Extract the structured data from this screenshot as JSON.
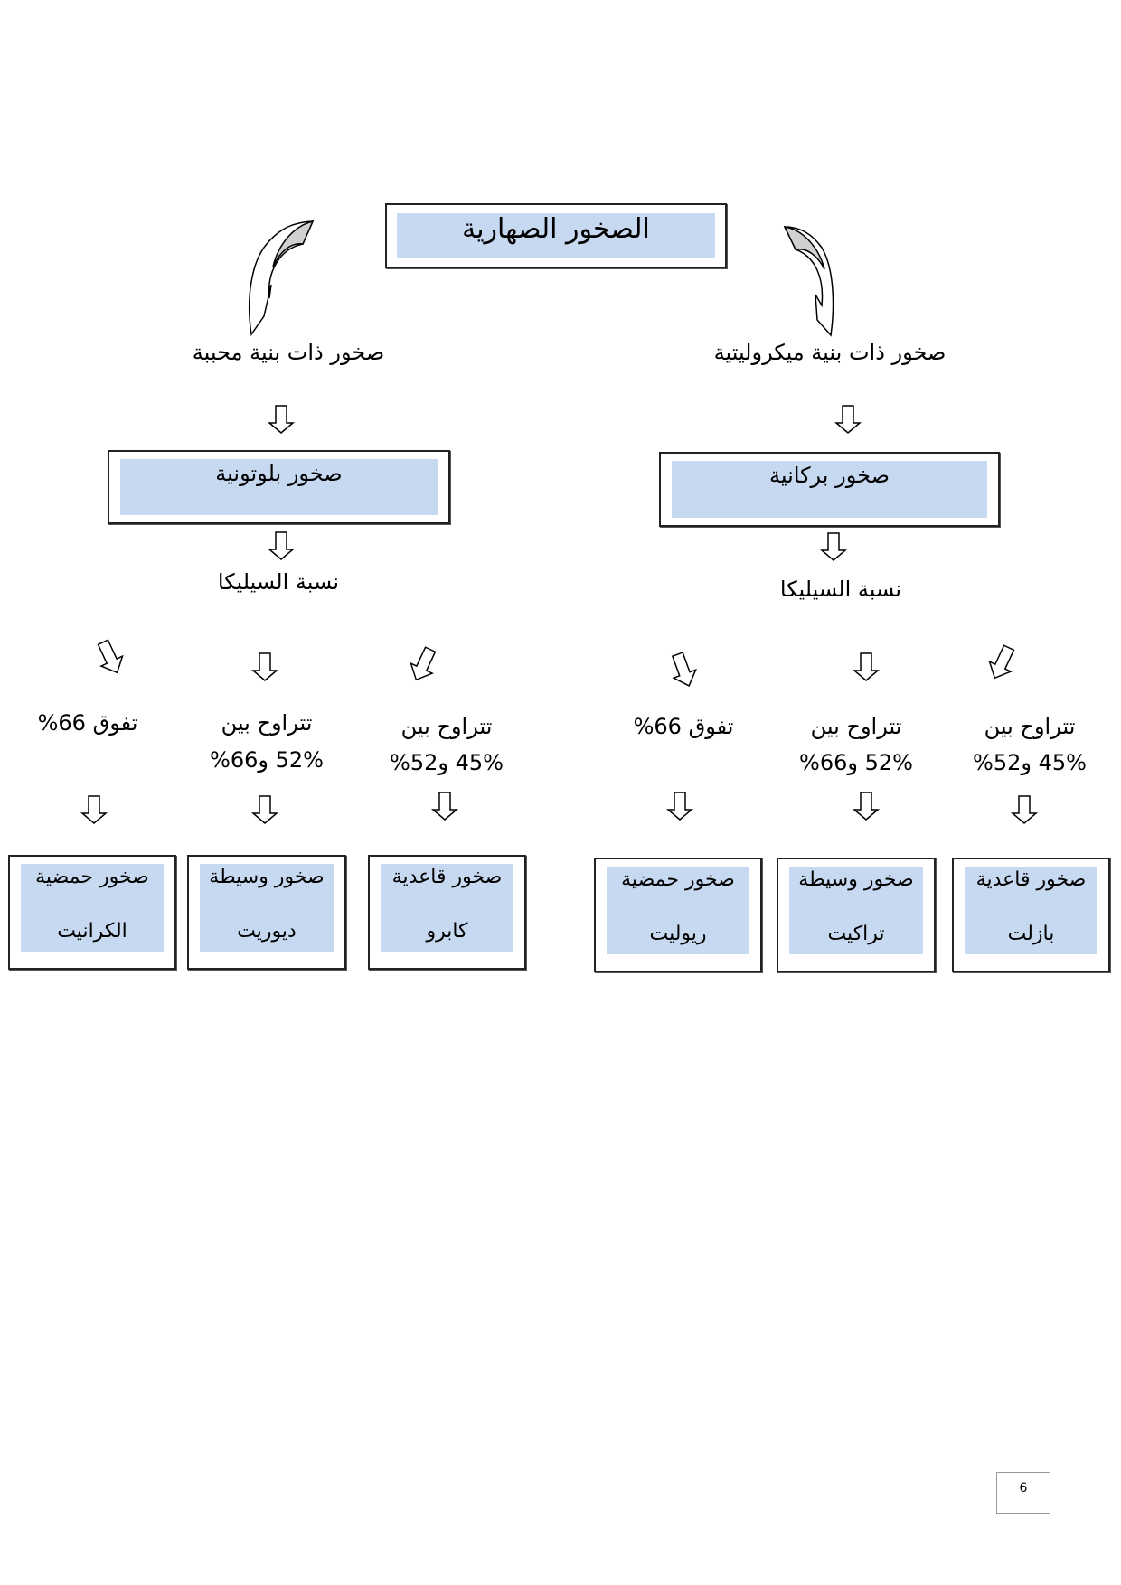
{
  "title": "الصخور الصهارية",
  "left": {
    "texture": "صخور ذات بنية محببة",
    "type": "صخور بلوتونية",
    "silica": "نسبة السيليكا",
    "ranges": [
      {
        "line1": "تفوق 66%",
        "line2": ""
      },
      {
        "line1": "تتراوح بين",
        "line2": "52% و66%"
      },
      {
        "line1": "تتراوح بين",
        "line2": "45% و52%"
      }
    ],
    "rocks": [
      {
        "category": "صخور حمضية",
        "name": "الكرانيت"
      },
      {
        "category": "صخور وسيطة",
        "name": "ديوريت"
      },
      {
        "category": "صخور قاعدية",
        "name": "كابرو"
      }
    ]
  },
  "right": {
    "texture": "صخور ذات بنية ميكروليتية",
    "type": "صخور بركانية",
    "silica": "نسبة السيليكا",
    "ranges": [
      {
        "line1": "تفوق 66%",
        "line2": ""
      },
      {
        "line1": "تتراوح بين",
        "line2": "52% و66%"
      },
      {
        "line1": "تتراوح بين",
        "line2": "45% و52%"
      }
    ],
    "rocks": [
      {
        "category": "صخور حمضية",
        "name": "ريوليت"
      },
      {
        "category": "صخور وسيطة",
        "name": "تراكيت"
      },
      {
        "category": "صخور قاعدية",
        "name": "بازلت"
      }
    ]
  },
  "page_number": "6",
  "colors": {
    "box_fill": "#c6d9f1",
    "border": "#222222"
  }
}
